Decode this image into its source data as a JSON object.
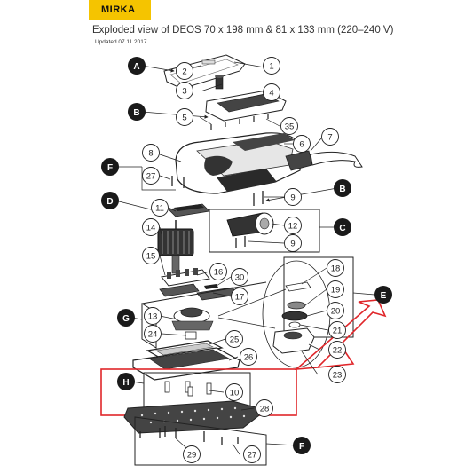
{
  "header": {
    "logo_text": "MIRKA",
    "title": "Exploded view of DEOS 70 x 198 mm & 81 x 133 mm (220–240 V)",
    "updated": "Updated 07.11.2017"
  },
  "colors": {
    "brand_yellow": "#f5c400",
    "highlight_red": "#e0262a",
    "line": "#222222",
    "badge": "#1a1a1a"
  },
  "groups": [
    {
      "id": "A"
    },
    {
      "id": "B"
    },
    {
      "id": "F"
    },
    {
      "id": "D"
    },
    {
      "id": "B"
    },
    {
      "id": "C"
    },
    {
      "id": "E"
    },
    {
      "id": "G"
    },
    {
      "id": "H"
    },
    {
      "id": "F"
    }
  ],
  "parts": [
    "1",
    "2",
    "3",
    "4",
    "5",
    "35",
    "6",
    "7",
    "8",
    "27",
    "9",
    "11",
    "12",
    "9",
    "14",
    "15",
    "16",
    "30",
    "17",
    "18",
    "19",
    "20",
    "21",
    "13",
    "24",
    "22",
    "25",
    "26",
    "23",
    "10",
    "28",
    "29",
    "27"
  ]
}
